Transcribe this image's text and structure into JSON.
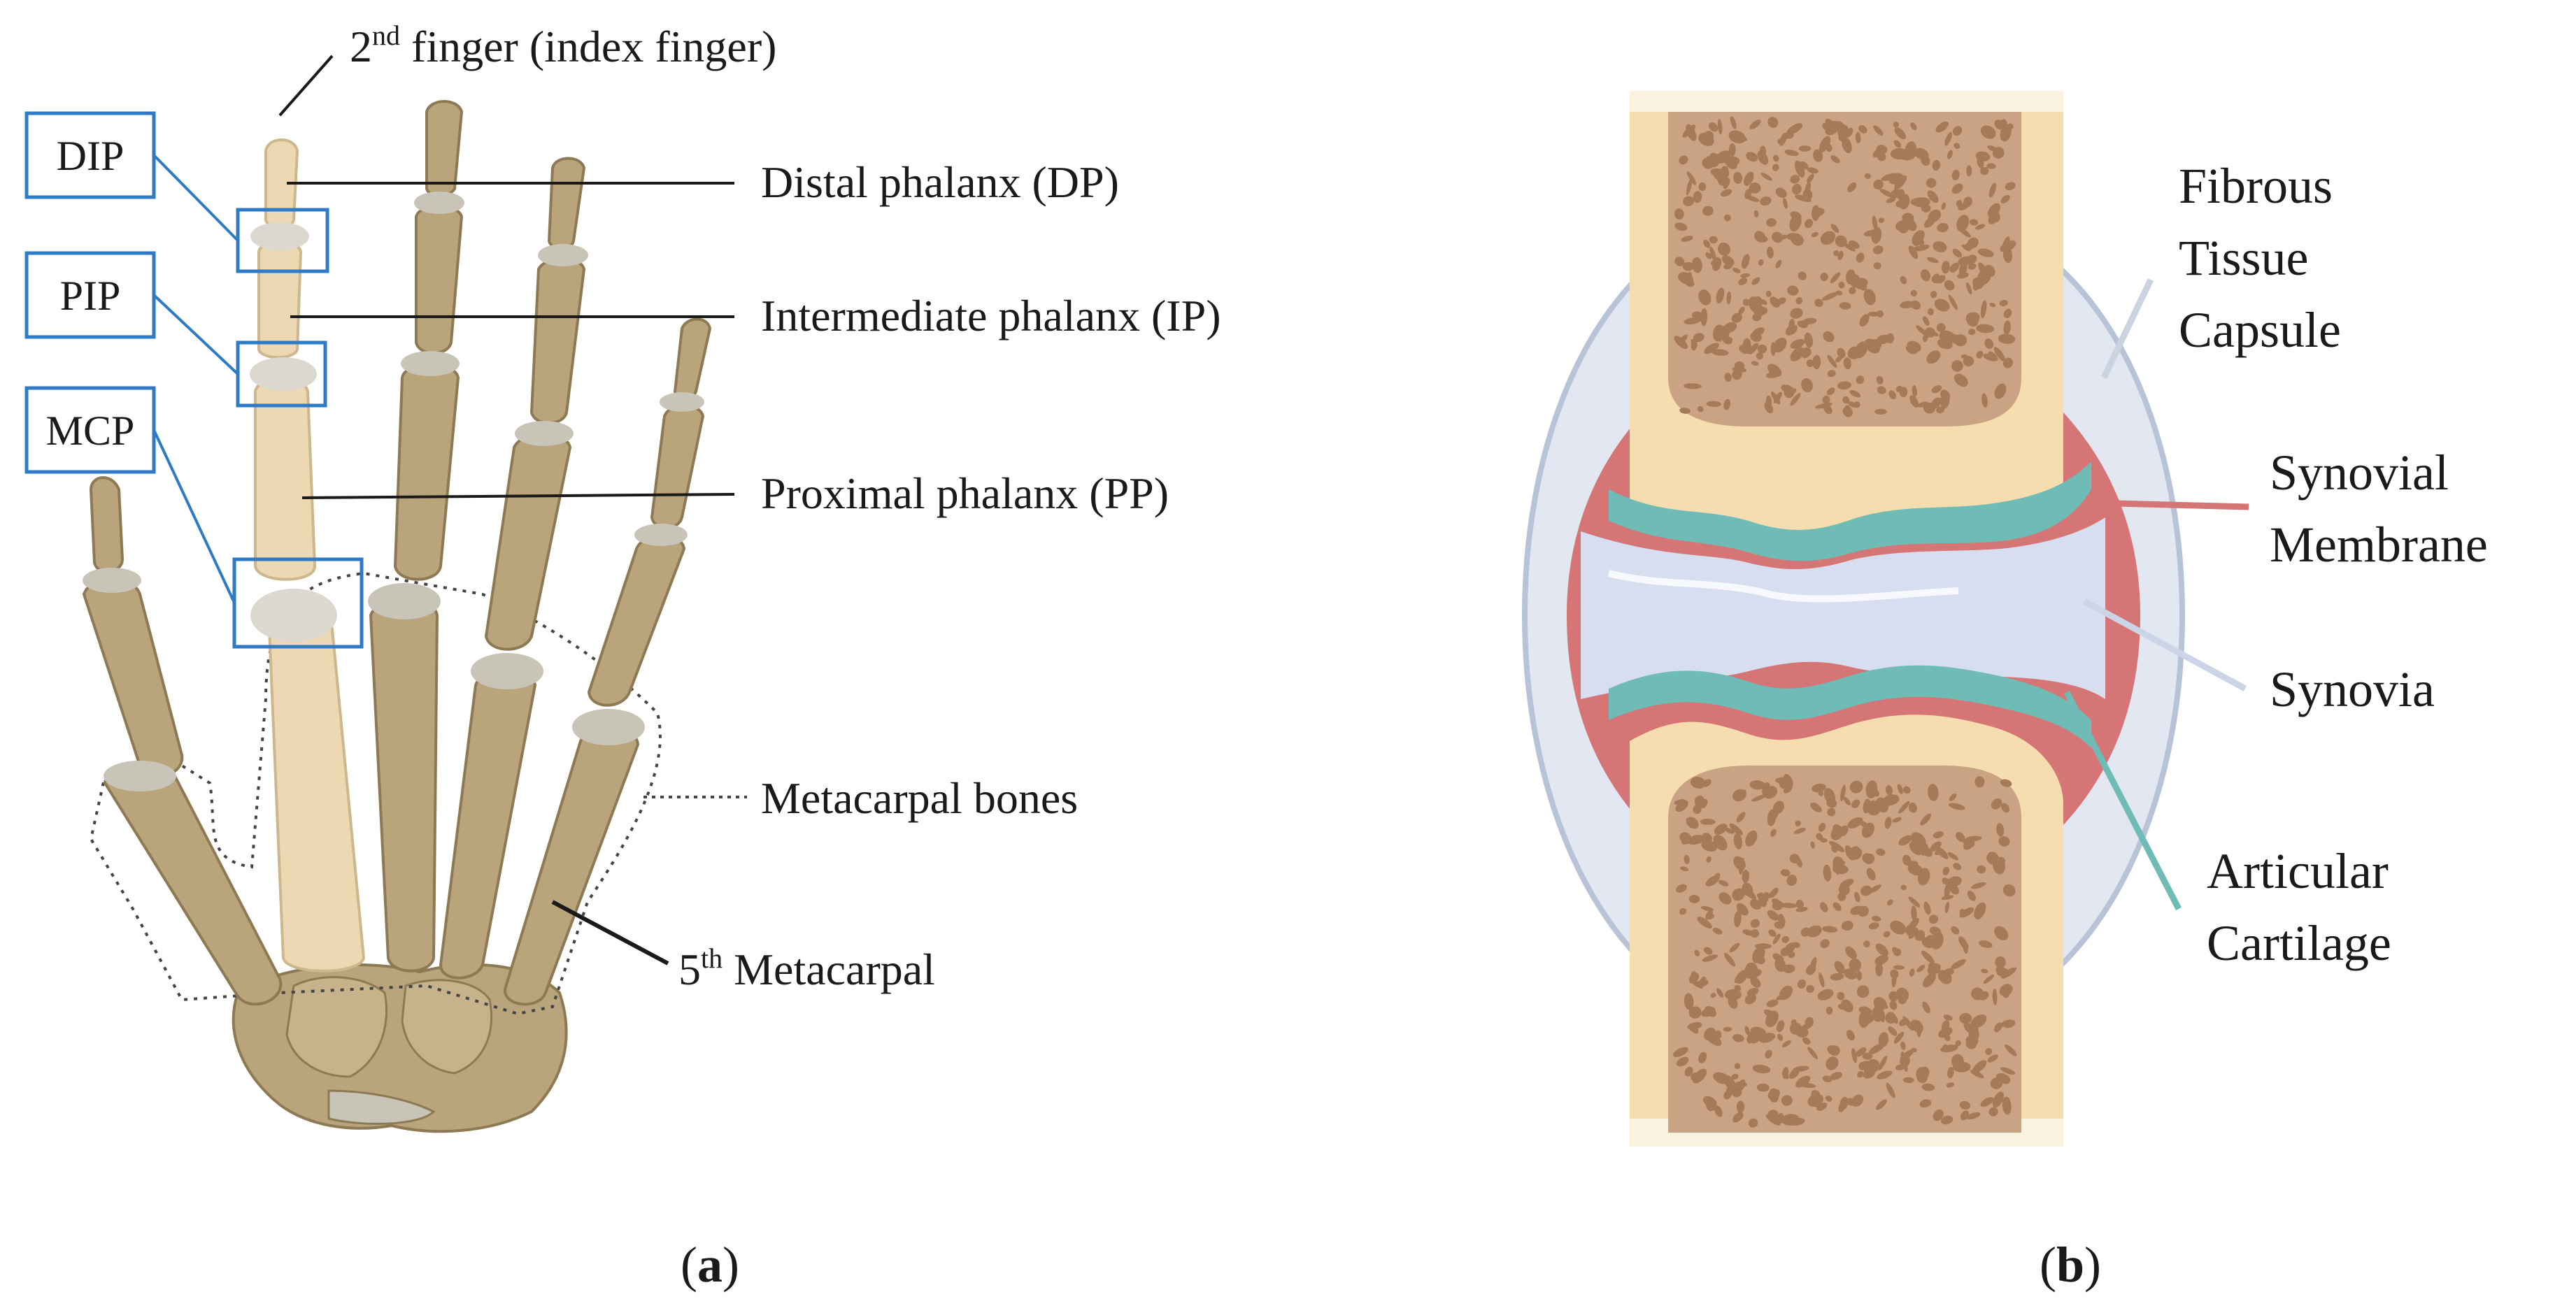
{
  "colors": {
    "bone": "#b9a47c",
    "bone_dark": "#8d7a55",
    "bone_light": "#ecd9b4",
    "joint": "#c9c4b8",
    "label_box": "#2e7ac4",
    "leader": "#1a1a1a",
    "cortex": "#f6ddb0",
    "spongy": "#c9a383",
    "pore": "#a57a5a",
    "capsule": "#b8c3d8",
    "capsule_fill": "#e2e7f1",
    "membrane": "#d57575",
    "cartilage": "#6fbcb6",
    "synovia": "#d7def0",
    "leader_capsule": "#ccd3e0",
    "leader_membrane": "#d57575",
    "leader_synovia": "#ccd4e8",
    "leader_cartilage": "#6fbcb6"
  },
  "panel_a": {
    "caption_open": "(",
    "caption_letter": "a",
    "caption_close": ")",
    "finger_label_prefix": "2",
    "finger_label_sup": "nd",
    "finger_label_rest": " finger (index finger)",
    "joint_labels": [
      "DIP",
      "PIP",
      "MCP"
    ],
    "phalanx_labels": [
      "Distal phalanx  (DP)",
      "Intermediate  phalanx  (IP)",
      "Proximal  phalanx  (PP)"
    ],
    "metacarpal_label": "Metacarpal bones",
    "fifth_prefix": "5",
    "fifth_sup": "th",
    "fifth_rest": " Metacarpal"
  },
  "panel_b": {
    "caption_open": "(",
    "caption_letter": "b",
    "caption_close": ")",
    "capsule_label": [
      "Fibrous",
      "Tissue",
      "Capsule"
    ],
    "membrane_label": [
      "Synovial",
      "Membrane"
    ],
    "synovia_label": "Synovia",
    "cartilage_label": [
      "Articular",
      "Cartilage"
    ]
  }
}
